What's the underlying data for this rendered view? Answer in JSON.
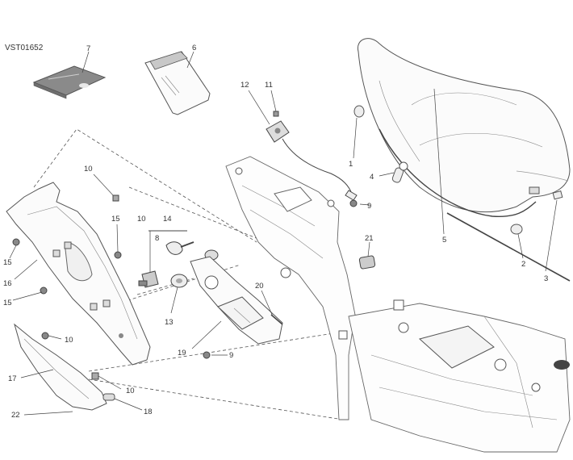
{
  "drawing_code": "VST01652",
  "callouts": {
    "c1": "1",
    "c2": "2",
    "c3": "3",
    "c4": "4",
    "c5": "5",
    "c6": "6",
    "c7": "7",
    "c8": "8",
    "c9a": "9",
    "c9b": "9",
    "c10a": "10",
    "c10b": "10",
    "c10c": "10",
    "c10d": "10",
    "c11": "11",
    "c12": "12",
    "c13": "13",
    "c14": "14",
    "c15a": "15",
    "c15b": "15",
    "c15c": "15",
    "c16": "16",
    "c17": "17",
    "c18": "18",
    "c19": "19",
    "c20": "20",
    "c21": "21",
    "c22": "22"
  }
}
